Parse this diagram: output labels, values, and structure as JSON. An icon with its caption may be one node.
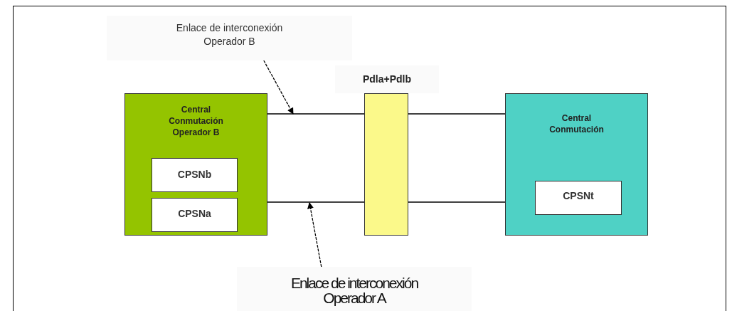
{
  "diagram": {
    "nodes": [
      {
        "text": [
          "Enlace de interconexión Operador B"
        ]
      },
      {
        "text": [
          "Central Conmutación Operador B"
        ]
      },
      {
        "text": [
          "CPSNb"
        ],
        "in": 1
      },
      {
        "text": [
          "CPSNa"
        ],
        "in": 1
      },
      {
        "text": [
          "Pdla+Pdlb"
        ]
      },
      {
        "text": [
          "Central Conmutación"
        ]
      },
      {
        "text": [
          "CPSNt"
        ],
        "in": 5
      },
      {
        "text": [
          "Enlace de interconexión Operador A"
        ]
      }
    ],
    "edges": [
      {
        "from": 1,
        "to": 4,
        "arrow": "none"
      },
      {
        "from": 4,
        "to": 5,
        "arrow": "none"
      },
      {
        "from": 1,
        "to": 4,
        "arrow": "none"
      },
      {
        "from": 4,
        "to": 5,
        "arrow": "none"
      },
      {
        "from": 0,
        "to": null,
        "arrow": "to",
        "style": "dashed"
      },
      {
        "from": 7,
        "to": null,
        "arrow": "to",
        "style": "dashed"
      }
    ]
  }
}
